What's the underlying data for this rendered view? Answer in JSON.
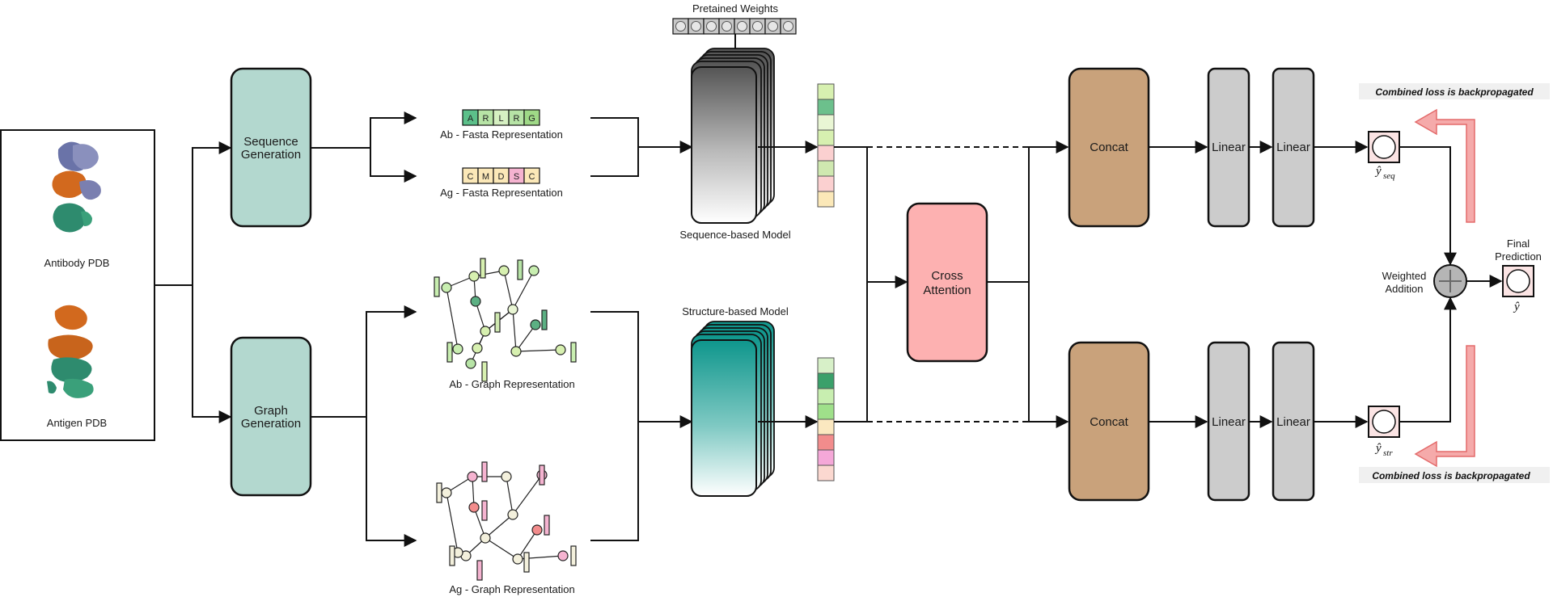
{
  "inputs": {
    "antibody_label": "Antibody PDB",
    "antigen_label": "Antigen PDB"
  },
  "generators": {
    "sequence": [
      "Sequence",
      "Generation"
    ],
    "graph": [
      "Graph",
      "Generation"
    ]
  },
  "representations": {
    "ab_fasta": {
      "label": "Ab - Fasta Representation",
      "letters": [
        "A",
        "R",
        "L",
        "R",
        "G"
      ],
      "colors": [
        "#5cc08a",
        "#b7e4a6",
        "#d6f0c2",
        "#b7e4a6",
        "#9fd987"
      ]
    },
    "ag_fasta": {
      "label": "Ag - Fasta Representation",
      "letters": [
        "C",
        "M",
        "D",
        "S",
        "C"
      ],
      "colors": [
        "#fbe8b8",
        "#fbe8b8",
        "#fbe8b8",
        "#f5b3d0",
        "#fbe8b8"
      ]
    },
    "ab_graph": "Ab - Graph Representation",
    "ag_graph": "Ag - Graph Representation"
  },
  "models": {
    "pretrained_weights": "Pretained Weights",
    "sequence_model": "Sequence-based Model",
    "structure_model": "Structure-based Model"
  },
  "embeddings": {
    "sequence": [
      "#d7f0b0",
      "#6cc08c",
      "#e9f6d4",
      "#d7f0b0",
      "#fbd0d0",
      "#cfe8b0",
      "#fbd0d0",
      "#fbe8b8"
    ],
    "structure": [
      "#d7f0c8",
      "#3aa06a",
      "#c8eeb0",
      "#9fe08a",
      "#fbe8c0",
      "#f28c8c",
      "#f5a8d8",
      "#fbd8d0"
    ]
  },
  "fusion": {
    "cross_attention": [
      "Cross",
      "Attention"
    ],
    "concat_top": "Concat",
    "concat_bottom": "Concat",
    "linear": "Linear"
  },
  "outputs": {
    "y_seq": "seq",
    "y_str": "str",
    "weighted_addition": [
      "Weighted",
      "Addition"
    ],
    "final_prediction": [
      "Final",
      "Prediction"
    ],
    "loss_note": "Combined loss is backpropagated"
  },
  "colors": {
    "generator_fill": "#b3d8cf",
    "cross_attention_fill": "#fdb1b1",
    "concat_fill": "#c9a27b",
    "linear_fill": "#cccccc",
    "teal_model": "#0e968c",
    "loss_arrow": "#f5aaaa"
  }
}
